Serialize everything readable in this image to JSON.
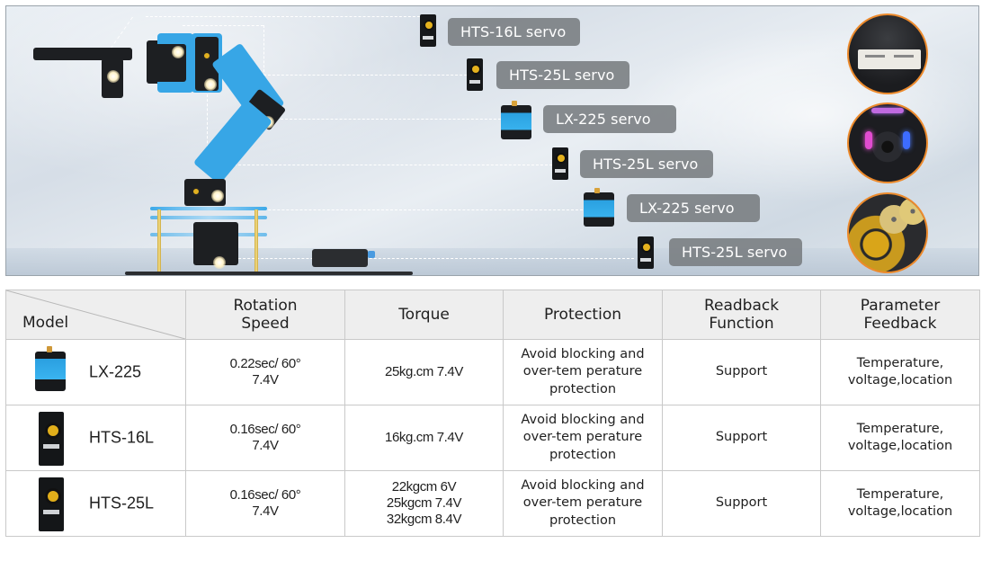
{
  "hero": {
    "servo_labels": [
      {
        "label": "HTS-16L servo",
        "type": "HTS"
      },
      {
        "label": "HTS-25L servo",
        "type": "HTS"
      },
      {
        "label": "LX-225 servo",
        "type": "LX"
      },
      {
        "label": "HTS-25L servo",
        "type": "HTS"
      },
      {
        "label": "LX-225 servo",
        "type": "LX"
      },
      {
        "label": "HTS-25L servo",
        "type": "HTS"
      }
    ],
    "detail_images": [
      "connector-closeup",
      "led-indicator-closeup",
      "metal-gear-closeup"
    ],
    "colors": {
      "badge_bg": "#787c80",
      "arm_blue": "#37a6e6",
      "circle_border": "#ec8a2c"
    }
  },
  "table": {
    "headers": {
      "model": "Model",
      "rotation_speed": [
        "Rotation",
        "Speed"
      ],
      "torque": "Torque",
      "protection": "Protection",
      "readback": [
        "Readback",
        "Function"
      ],
      "feedback": [
        "Parameter",
        "Feedback"
      ]
    },
    "rows": [
      {
        "model": "LX-225",
        "icon": "lx-servo",
        "speed": [
          "0.22sec/ 60°",
          "7.4V"
        ],
        "torque": [
          "25kg.cm 7.4V"
        ],
        "protection": [
          "Avoid blocking and",
          "over-tem perature",
          "protection"
        ],
        "readback": "Support",
        "feedback": [
          "Temperature,",
          "voltage,location"
        ]
      },
      {
        "model": "HTS-16L",
        "icon": "hts-servo",
        "speed": [
          "0.16sec/ 60°",
          "7.4V"
        ],
        "torque": [
          "16kg.cm 7.4V"
        ],
        "protection": [
          "Avoid blocking and",
          "over-tem perature",
          "protection"
        ],
        "readback": "Support",
        "feedback": [
          "Temperature,",
          "voltage,location"
        ]
      },
      {
        "model": "HTS-25L",
        "icon": "hts-servo",
        "speed": [
          "0.16sec/ 60°",
          "7.4V"
        ],
        "torque": [
          "22kgcm 6V",
          "25kgcm 7.4V",
          "32kgcm 8.4V"
        ],
        "protection": [
          "Avoid blocking and",
          "over-tem perature",
          "protection"
        ],
        "readback": "Support",
        "feedback": [
          "Temperature,",
          "voltage,location"
        ]
      }
    ]
  }
}
